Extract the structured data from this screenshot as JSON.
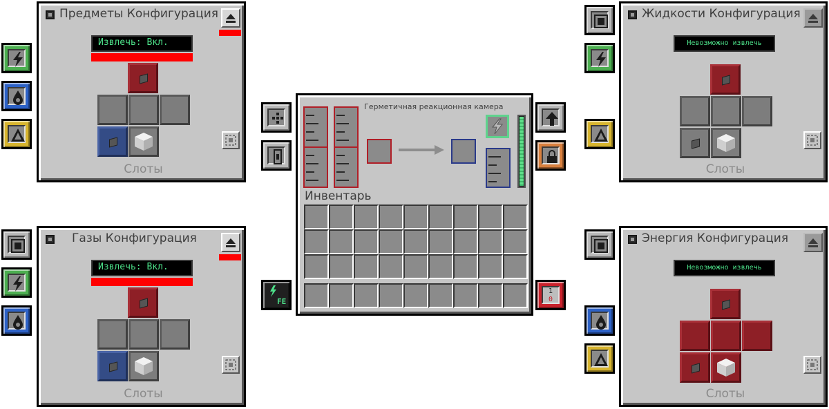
{
  "panels": {
    "items": {
      "title": "Предметы Конфигурация",
      "status": "Извлечь: Вкл.",
      "slots_label": "Слоты"
    },
    "fluids": {
      "title": "Жидкости Конфигурация",
      "status": "Невозможно извлечь",
      "slots_label": "Слоты"
    },
    "gases": {
      "title": "Газы Конфигурация",
      "status": "Извлечь: Вкл.",
      "slots_label": "Слоты"
    },
    "energy": {
      "title": "Энергия Конфигурация",
      "status": "Невозможно извлечь",
      "slots_label": "Слоты"
    }
  },
  "machine": {
    "title": "Герметичная реакционная камера",
    "inventory_label": "Инвентарь",
    "energy_unit": "FE",
    "redstone_top": "1",
    "redstone_bottom": "0"
  },
  "colors": {
    "panel_bg": "#c6c6c6",
    "status_text": "#4de28a",
    "eject_bar": "#ff0000",
    "tab_items": "#4caf50",
    "tab_fluids": "#2d62c7",
    "tab_gases": "#d8b52e",
    "tab_security": "#d9803e",
    "tab_redstone": "#c9222c",
    "slot_red": "#8e1f26",
    "slot_blue": "#344c86"
  },
  "icons": {
    "tab_side_config": "side-config-icon",
    "tab_energy": "lightning-icon",
    "tab_fluid": "droplet-icon",
    "tab_gas": "gas-icon",
    "upgrade": "arrow-up-icon",
    "security": "lock-icon",
    "eject": "eject-icon",
    "auto_eject": "auto-eject-icon",
    "transporter": "transporter-icon"
  }
}
